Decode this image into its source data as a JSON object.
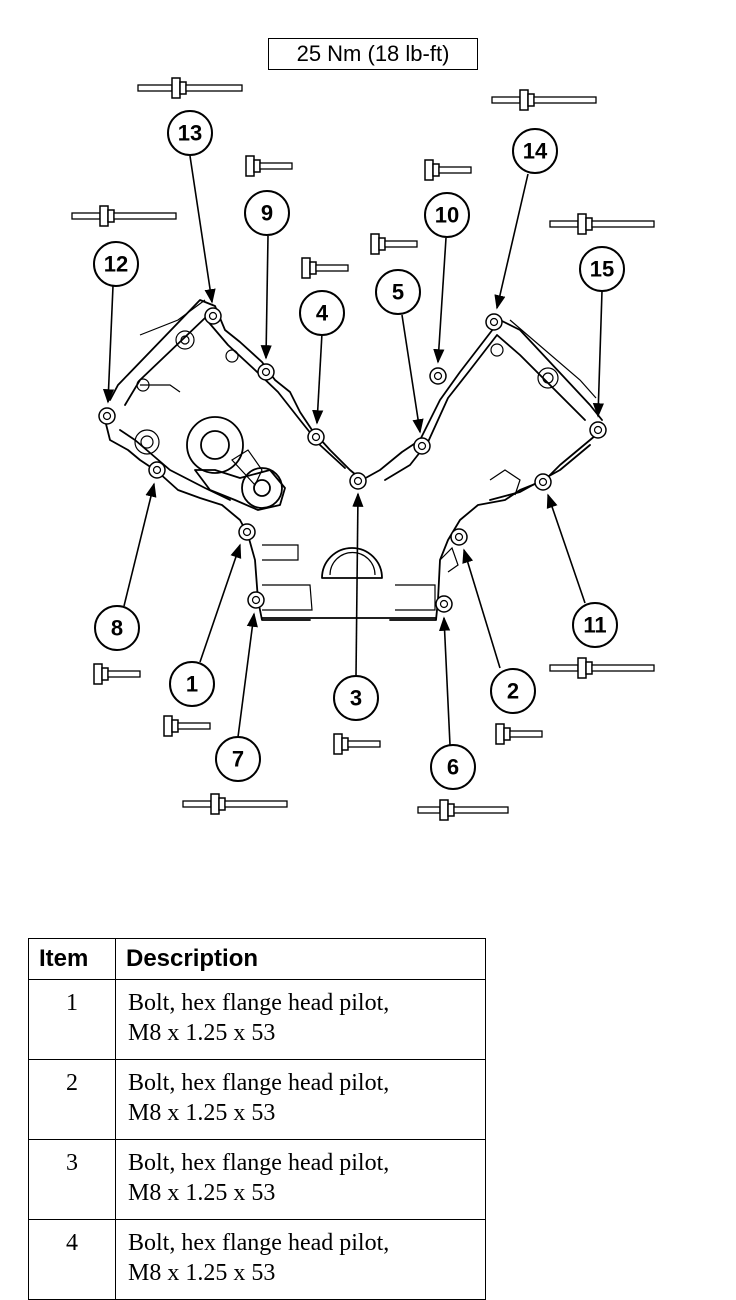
{
  "torque_spec": "25 Nm (18 lb-ft)",
  "callouts": [
    "1",
    "2",
    "3",
    "4",
    "5",
    "6",
    "7",
    "8",
    "9",
    "10",
    "11",
    "12",
    "13",
    "14",
    "15"
  ],
  "table": {
    "headers": [
      "Item",
      "Description"
    ],
    "rows": [
      {
        "item": "1",
        "line1": "Bolt, hex flange head pilot,",
        "line2": "M8 x 1.25 x 53"
      },
      {
        "item": "2",
        "line1": "Bolt, hex flange head pilot,",
        "line2": "M8 x 1.25 x 53"
      },
      {
        "item": "3",
        "line1": "Bolt, hex flange head pilot,",
        "line2": "M8 x 1.25 x 53"
      },
      {
        "item": "4",
        "line1": "Bolt, hex flange head pilot,",
        "line2": "M8 x 1.25 x 53"
      }
    ]
  }
}
